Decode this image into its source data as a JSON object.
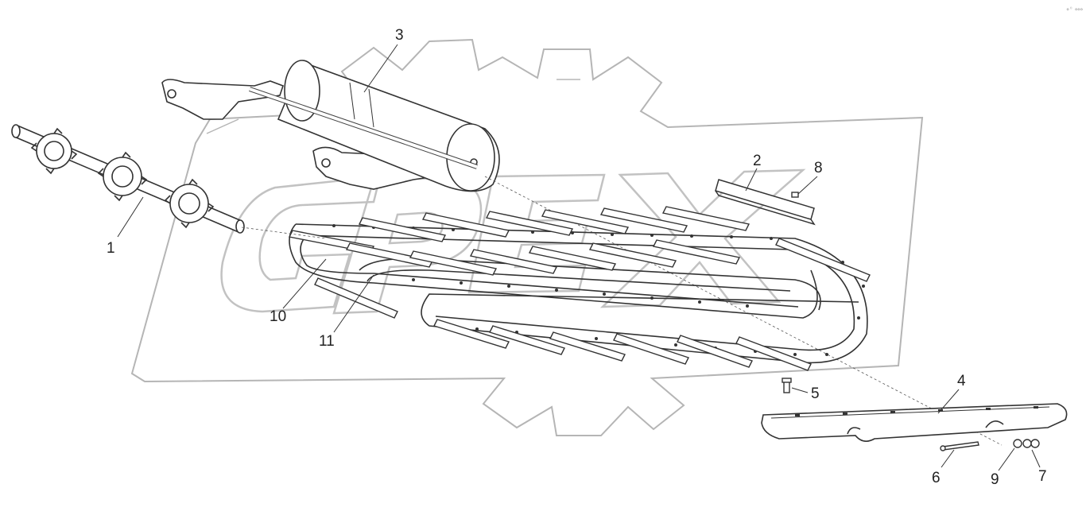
{
  "callouts": {
    "c1": "1",
    "c2": "2",
    "c3": "3",
    "c4": "4",
    "c5": "5",
    "c6": "6",
    "c7": "7",
    "c8": "8",
    "c9": "9",
    "c10": "10",
    "c11": "11"
  },
  "watermark": {
    "text": "GPEX",
    "kind": "gear-logo"
  },
  "corner_mark": "ₒ◦ ₒₒₒ",
  "colors": {
    "line": "#333333",
    "watermark": "#b8b8b8"
  }
}
